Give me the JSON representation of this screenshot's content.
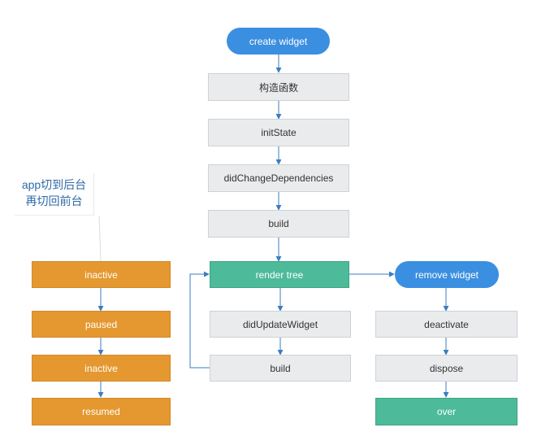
{
  "colors": {
    "pill": "#3b8fe0",
    "gray_box": "#eaebed",
    "orange_box": "#e4982f",
    "green_box": "#4dba9a",
    "arrow": "#3a7dbf",
    "note_text": "#2f6aa8"
  },
  "note": {
    "line1": "app切到后台",
    "line2": "再切回前台"
  },
  "main_flow": {
    "start": "create widget",
    "constructor": "构造函数",
    "init_state": "initState",
    "did_change_dependencies": "didChangeDependencies",
    "build": "build",
    "render_tree": "render tree",
    "did_update_widget": "didUpdateWidget",
    "rebuild": "build"
  },
  "lifecycle_flow": {
    "inactive_1": "inactive",
    "paused": "paused",
    "inactive_2": "inactive",
    "resumed": "resumed"
  },
  "remove_flow": {
    "start": "remove widget",
    "deactivate": "deactivate",
    "dispose": "dispose",
    "over": "over"
  }
}
